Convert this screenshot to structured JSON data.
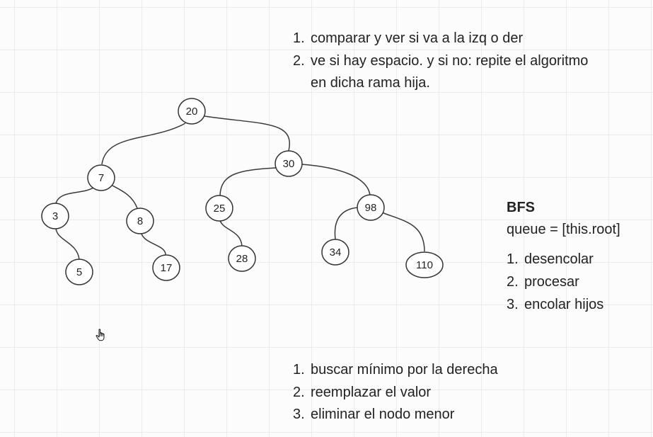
{
  "tree": {
    "nodes": [
      "20",
      "7",
      "30",
      "3",
      "8",
      "25",
      "98",
      "5",
      "17",
      "28",
      "34",
      "110"
    ],
    "edges": [
      [
        "20",
        "7"
      ],
      [
        "20",
        "30"
      ],
      [
        "7",
        "3"
      ],
      [
        "7",
        "8"
      ],
      [
        "3",
        "5"
      ],
      [
        "8",
        "17"
      ],
      [
        "30",
        "25"
      ],
      [
        "30",
        "98"
      ],
      [
        "25",
        "28"
      ],
      [
        "98",
        "34"
      ],
      [
        "98",
        "110"
      ]
    ]
  },
  "insert_steps": [
    {
      "num": "1.",
      "text": "comparar y ver si va a la izq o der"
    },
    {
      "num": "2.",
      "text": "ve si hay espacio. y si no: repite el algoritmo en dicha rama hija."
    }
  ],
  "bfs": {
    "title": "BFS",
    "queue": "queue = [this.root]",
    "steps": [
      {
        "num": "1.",
        "text": "desencolar"
      },
      {
        "num": "2.",
        "text": "procesar"
      },
      {
        "num": "3.",
        "text": "encolar hijos"
      }
    ]
  },
  "delete_steps": [
    {
      "num": "1.",
      "text": "buscar mínimo por la derecha"
    },
    {
      "num": "2.",
      "text": "reemplazar el valor"
    },
    {
      "num": "3.",
      "text": "eliminar el nodo menor"
    }
  ],
  "cursor_icon": "hand-pointer-icon"
}
